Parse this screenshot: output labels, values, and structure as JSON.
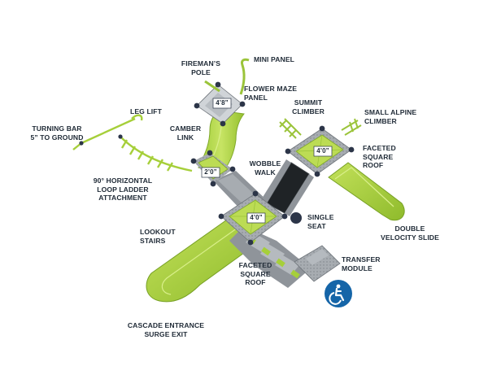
{
  "labels": {
    "mini_panel": "MINI PANEL",
    "firemans_pole": [
      "FIREMAN’S",
      "POLE"
    ],
    "flower_maze_panel": [
      "FLOWER MAZE",
      "PANEL"
    ],
    "leg_lift": "LEG LIFT",
    "summit_climber": [
      "SUMMIT",
      "CLIMBER"
    ],
    "small_alpine_climber": [
      "SMALL ALPINE",
      "CLIMBER"
    ],
    "turning_bar": [
      "TURNING BAR",
      "5” TO GROUND"
    ],
    "camber_link": [
      "CAMBER",
      "LINK"
    ],
    "faceted_square_roof_right": [
      "FACETED",
      "SQUARE",
      "ROOF"
    ],
    "wobble_walk": [
      "WOBBLE",
      "WALK"
    ],
    "horizontal_loop_ladder": [
      "90° HORIZONTAL",
      "LOOP LADDER",
      "ATTACHMENT"
    ],
    "single_seat": [
      "SINGLE",
      "SEAT"
    ],
    "double_velocity_slide": [
      "DOUBLE",
      "VELOCITY SLIDE"
    ],
    "lookout_stairs": [
      "LOOKOUT",
      "STAIRS"
    ],
    "transfer_module": [
      "TRANSFER",
      "MODULE"
    ],
    "faceted_square_roof_center": [
      "FACETED",
      "SQUARE",
      "ROOF"
    ],
    "cascade_entrance": [
      "CASCADE ENTRANCE",
      "SURGE EXIT"
    ]
  },
  "heights": {
    "top_deck": "4’8”",
    "left_deck": "2’0”",
    "center_deck": "4’0”",
    "right_deck": "4’0”"
  },
  "colors": {
    "lime": "#a6cf3a",
    "lime_dark": "#7fa82a",
    "gray_deck": "#9ea3a8",
    "roof_gray": "#c2c6ca",
    "post_navy": "#2c3548",
    "label_text": "#1f2a36",
    "accessibility_blue": "#1565a8"
  },
  "icons": [
    "wheelchair-accessibility-icon"
  ]
}
